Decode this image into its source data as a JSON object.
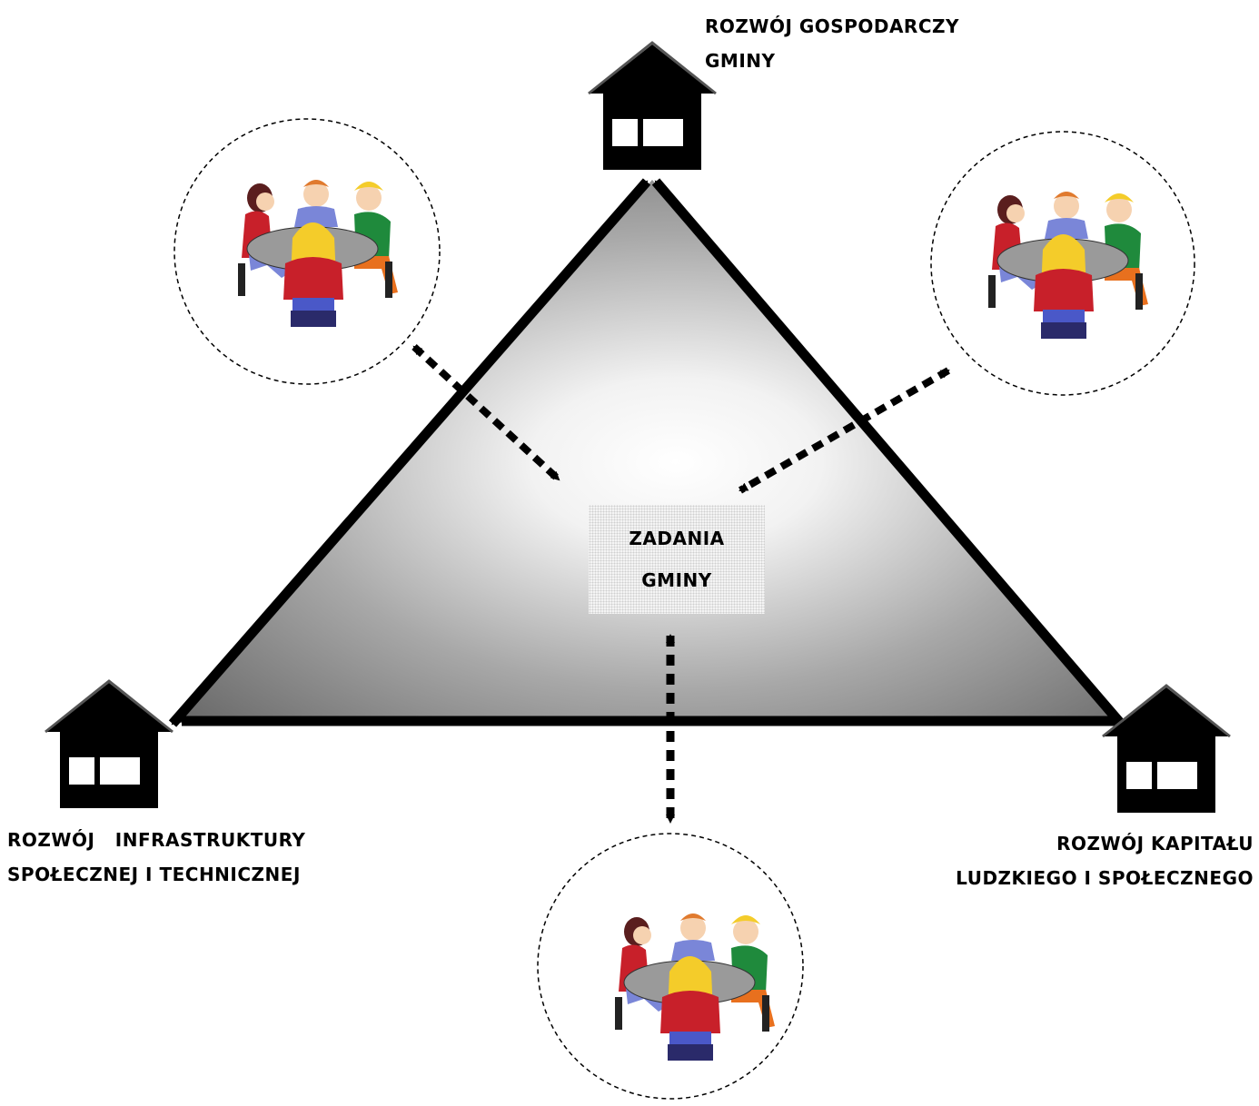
{
  "labels": {
    "top": [
      "ROZWÓJ GOSPODARCZY",
      "GMINY"
    ],
    "left": [
      "ROZWÓJ   INFRASTRUKTURY",
      "SPOŁECZNEJ I TECHNICZNEJ"
    ],
    "right": [
      "ROZWÓJ KAPITAŁU",
      "LUDZKIEGO I SPOŁECZNEGO"
    ],
    "center": [
      "ZADANIA",
      "GMINY"
    ]
  },
  "nodes": {
    "pillars": [
      "economic-development",
      "infrastructure-development",
      "human-social-capital-development"
    ],
    "center": "municipal-tasks",
    "stakeholder_groups": [
      "stakeholder-group-top-left",
      "stakeholder-group-top-right",
      "stakeholder-group-bottom"
    ]
  },
  "colors": {
    "outline": "#000000",
    "triangle_center": "#ffffff",
    "triangle_edge": "#6e6e6e",
    "table": "#9a9a9a",
    "person_red": "#c8202a",
    "person_green": "#1f8a3c",
    "person_blue": "#7a86d8",
    "pants_orange": "#e8701e",
    "hair_yellow": "#f4cc2a",
    "hair_dark": "#5a1e1e"
  },
  "icons": [
    "house-icon",
    "meeting-table-icon",
    "dashed-circle",
    "double-arrow"
  ]
}
